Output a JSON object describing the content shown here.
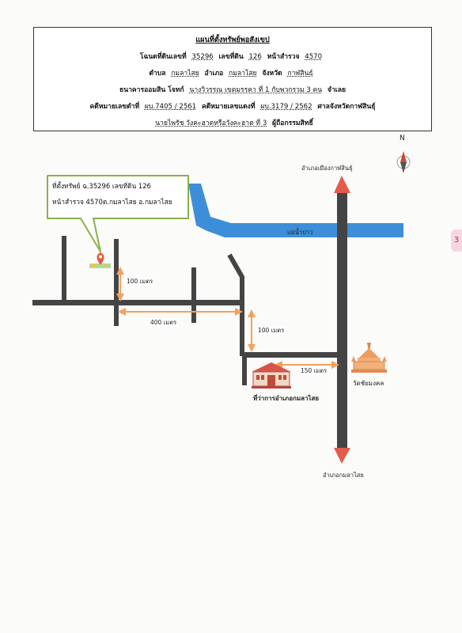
{
  "header": {
    "title": "แผนที่ตั้งทรัพย์พอสังเขป",
    "row1": {
      "l1": "โฉนดที่ดินเลขที่",
      "v1": "35296",
      "l2": "เลขที่ดิน",
      "v2": "126",
      "l3": "หน้าสำรวจ",
      "v3": "4570"
    },
    "row2": {
      "l1": "ตำบล",
      "v1": "กมลาไสย",
      "l2": "อำเภอ",
      "v2": "กมลาไสย",
      "l3": "จังหวัด",
      "v3": "กาฬสินธุ์"
    },
    "row3": {
      "l1": "ธนาคารออมสิน โจทก์",
      "v1": "นางวิวรรณ เขตมรรคา ที่ 1 กับพวกรวม 3 คน",
      "l2": "จำเลย"
    },
    "row4": {
      "l1": "คดีหมายเลขดำที่",
      "v1": "ผบ.7405 / 2561",
      "l2": "คดีหมายเลขแดงที่",
      "v2": "ผบ.3179 / 2562",
      "l3": "ศาลจังหวัดกาฬสินธุ์"
    },
    "row5": {
      "v1": "นายไพรัช วังคะฮาตหรือวังคะฮาต ที่ 3",
      "l1": "ผู้ถือกรรมสิทธิ์"
    }
  },
  "map": {
    "north": "N",
    "callout": {
      "line1": "ที่ตั้งทรัพย์ ฉ.35296 เลขที่ดิน   126",
      "line2": "หน้าสำรวจ   4570ต.กมลาไสย อ.กมลาไสย"
    },
    "river_label": "แม่น้ำปาว",
    "north_dest": "อำเภอเมืองกาฬสินธุ์",
    "south_dest": "อำเภอกมลาไสย",
    "distances": {
      "d1": "100 เมตร",
      "d2": "400 เมตร",
      "d3": "100 เมตร",
      "d4": "150 เมตร"
    },
    "district_office": "ที่ว่าการอำเภอกมลาไสย",
    "temple": "วัดชัยมงคล",
    "colors": {
      "road": "#444444",
      "river": "#3d8ed8",
      "arrow": "#e35b4a",
      "measure": "#f3a15c",
      "callout_border": "#8bb04a"
    }
  }
}
